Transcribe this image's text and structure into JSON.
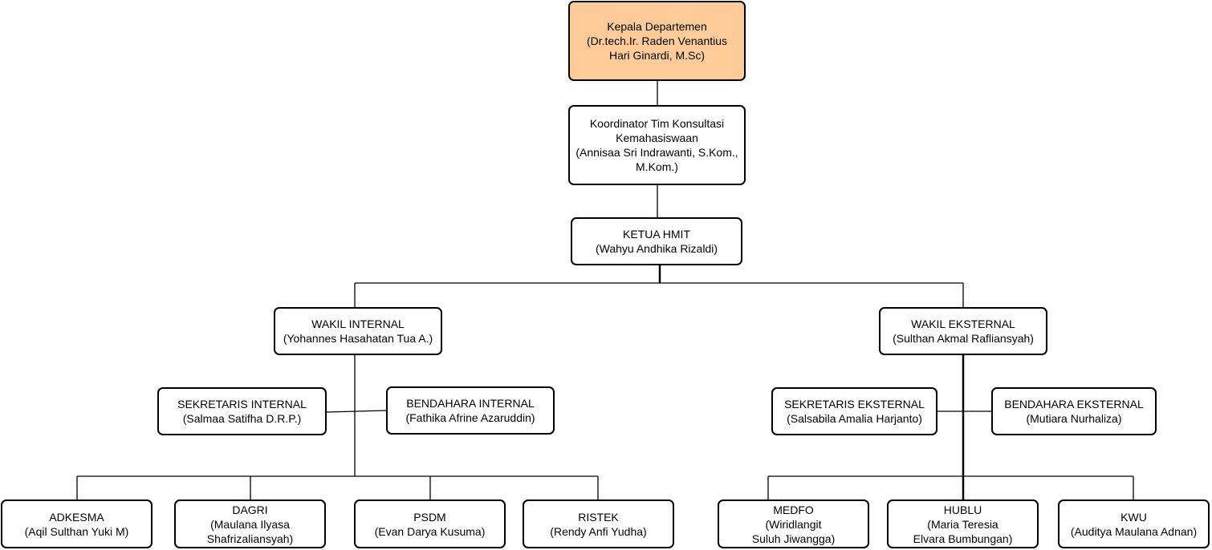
{
  "colors": {
    "head_fill": "#ffcc99",
    "box_fill": "#ffffff",
    "border": "#000000"
  },
  "nodes": {
    "kepala": {
      "lines": [
        "Kepala Departemen",
        "(Dr.tech.Ir. Raden Venantius",
        "Hari Ginardi, M.Sc)"
      ]
    },
    "koordinator": {
      "lines": [
        "Koordinator Tim Konsultasi",
        "Kemahasiswaan",
        "(Annisaa Sri Indrawanti, S.Kom.,",
        "M.Kom.)"
      ]
    },
    "ketua": {
      "lines": [
        "KETUA HMIT",
        "(Wahyu Andhika Rizaldi)"
      ]
    },
    "wakil_internal": {
      "lines": [
        "WAKIL INTERNAL",
        "(Yohannes Hasahatan Tua A.)"
      ]
    },
    "wakil_eksternal": {
      "lines": [
        "WAKIL EKSTERNAL",
        "(Sulthan Akmal Rafliansyah)"
      ]
    },
    "sekretaris_internal": {
      "lines": [
        "SEKRETARIS INTERNAL",
        "(Salmaa Satifha D.R.P.)"
      ]
    },
    "bendahara_internal": {
      "lines": [
        "BENDAHARA INTERNAL",
        "(Fathika Afrine Azaruddin)"
      ]
    },
    "sekretaris_eksternal": {
      "lines": [
        "SEKRETARIS EKSTERNAL",
        "(Salsabila Amalia Harjanto)"
      ]
    },
    "bendahara_eksternal": {
      "lines": [
        "BENDAHARA EKSTERNAL",
        "(Mutiara Nurhaliza)"
      ]
    },
    "adkesma": {
      "lines": [
        "ADKESMA",
        "(Aqil Sulthan Yuki M)"
      ]
    },
    "dagri": {
      "lines": [
        "DAGRI",
        "(Maulana Ilyasa",
        "Shafrizaliansyah)"
      ]
    },
    "psdm": {
      "lines": [
        "PSDM",
        "(Evan Darya Kusuma)"
      ]
    },
    "ristek": {
      "lines": [
        "RISTEK",
        "(Rendy Anfi Yudha)"
      ]
    },
    "medfo": {
      "lines": [
        "MEDFO",
        "(Wiridlangit",
        "Suluh Jiwangga)"
      ]
    },
    "hublu": {
      "lines": [
        "HUBLU",
        "(Maria Teresia",
        "Elvara Bumbungan)"
      ]
    },
    "kwu": {
      "lines": [
        "KWU",
        "(Auditya Maulana Adnan)"
      ]
    }
  }
}
